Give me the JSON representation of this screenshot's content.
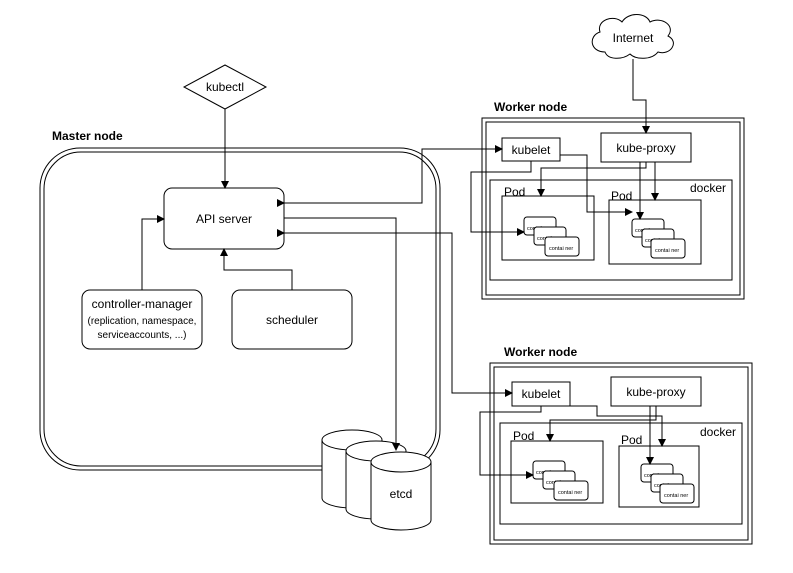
{
  "internet": {
    "label": "Internet"
  },
  "kubectl": {
    "label": "kubectl"
  },
  "master": {
    "title": "Master node",
    "api_server": "API server",
    "controller_manager": {
      "line1": "controller-manager",
      "line2": "(replication, namespace,",
      "line3": "serviceaccounts, ...)"
    },
    "scheduler": "scheduler",
    "etcd": "etcd"
  },
  "workers": [
    {
      "title": "Worker node",
      "kubelet": "kubelet",
      "kube_proxy": "kube-proxy",
      "docker": "docker",
      "pods": [
        {
          "label": "Pod",
          "containers": [
            "contai ner",
            "contai ner",
            "contai ner"
          ]
        },
        {
          "label": "Pod",
          "containers": [
            "contai ner",
            "contai ner",
            "contai ner"
          ]
        }
      ]
    },
    {
      "title": "Worker node",
      "kubelet": "kubelet",
      "kube_proxy": "kube-proxy",
      "docker": "docker",
      "pods": [
        {
          "label": "Pod",
          "containers": [
            "contai ner",
            "contai ner",
            "contai ner"
          ]
        },
        {
          "label": "Pod",
          "containers": [
            "contai ner",
            "contai ner",
            "contai ner"
          ]
        }
      ]
    }
  ]
}
